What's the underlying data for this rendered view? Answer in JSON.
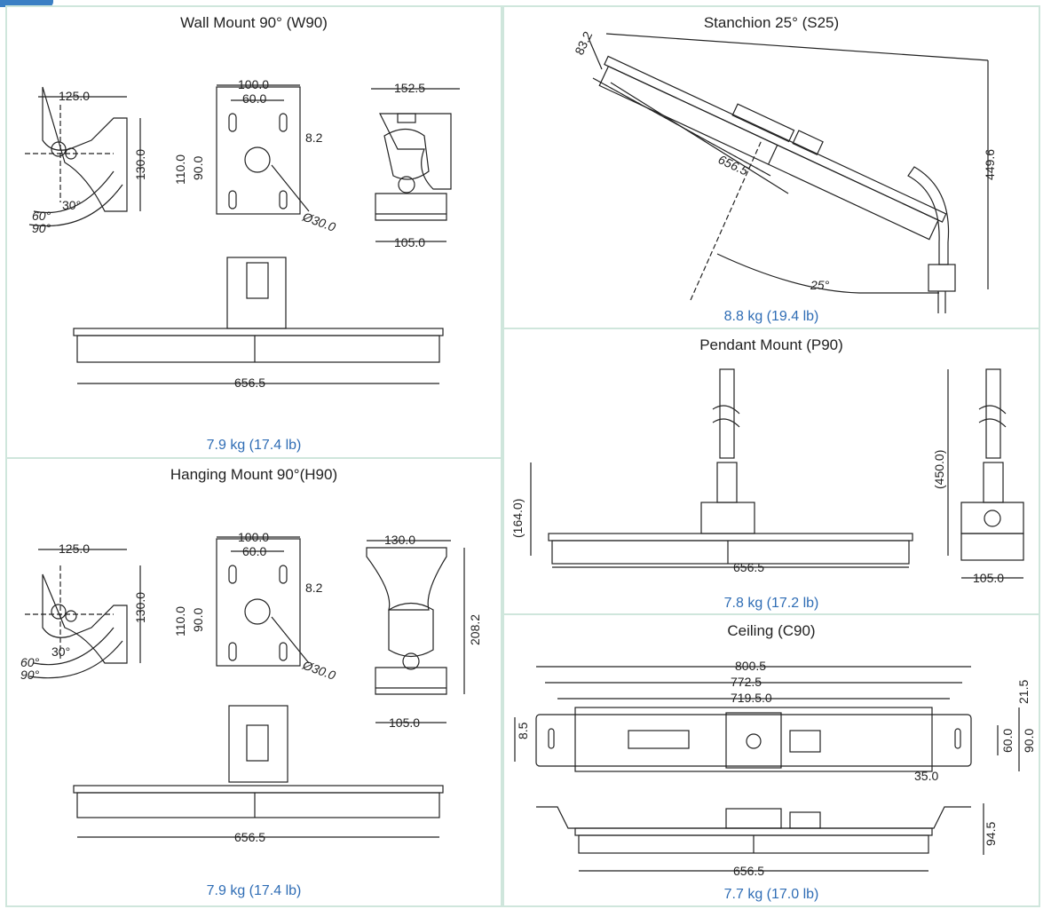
{
  "panels": {
    "w90": {
      "title": "Wall Mount 90° (W90)",
      "weight": "7.9 kg (17.4 lb)",
      "dims": {
        "d125": "125.0",
        "d130": "130.0",
        "d100": "100.0",
        "d60": "60.0",
        "d82": "8.2",
        "d110": "110.0",
        "d90": "90.0",
        "d30": "Ø30.0",
        "d1525": "152.5",
        "d105": "105.0",
        "d6565": "656.5",
        "a60": "60°",
        "a90": "90°",
        "a30": "30°"
      }
    },
    "h90": {
      "title": "Hanging Mount 90°(H90)",
      "weight": "7.9 kg (17.4 lb)",
      "dims": {
        "d125": "125.0",
        "d130": "130.0",
        "d100": "100.0",
        "d60": "60.0",
        "d82": "8.2",
        "d110": "110.0",
        "d90": "90.0",
        "d30": "Ø30.0",
        "d130b": "130.0",
        "d2082": "208.2",
        "d105": "105.0",
        "d6565": "656.5",
        "a60": "60°",
        "a90": "90°",
        "a30": "30°"
      }
    },
    "s25": {
      "title": "Stanchion 25° (S25)",
      "weight": "8.8 kg (19.4 lb)",
      "dims": {
        "d832": "83.2",
        "d6565": "656.5",
        "d4496": "449.6",
        "a25": "25°"
      }
    },
    "p90": {
      "title": "Pendant Mount (P90)",
      "weight": "7.8 kg (17.2 lb)",
      "dims": {
        "d164": "(164.0)",
        "d6565": "656.5",
        "d450": "(450.0)",
        "d105": "105.0"
      }
    },
    "c90": {
      "title": "Ceiling (C90)",
      "weight": "7.7 kg (17.0 lb)",
      "dims": {
        "d8005": "800.5",
        "d7725": "772.5",
        "d7195": "719.5.0",
        "d215": "21.5",
        "d85": "8.5",
        "d60": "60.0",
        "d90": "90.0",
        "d35": "35.0",
        "d945": "94.5",
        "d6565": "656.5"
      }
    }
  }
}
